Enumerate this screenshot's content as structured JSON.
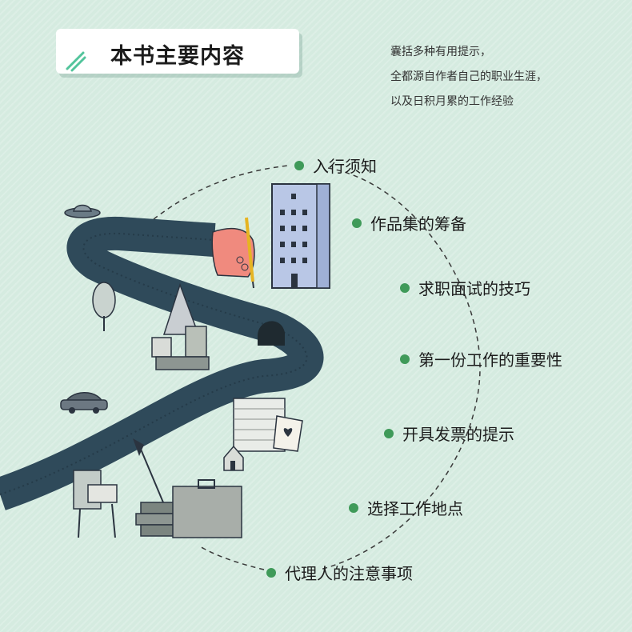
{
  "header": {
    "title": "本书主要内容"
  },
  "intro": {
    "lines": [
      "囊括多种有用提示，",
      "全都源自作者自己的职业生涯，",
      "以及日积月累的工作经验"
    ]
  },
  "topics": [
    "入行须知",
    "作品集的筹备",
    "求职面试的技巧",
    "第一份工作的重要性",
    "开具发票的提示",
    "选择工作地点",
    "代理人的注意事项"
  ],
  "colors": {
    "background": "#d5ebe0",
    "bullet": "#3f9a59",
    "arm": "#2f4a5a",
    "hand": "#f08a7e",
    "building": "#b9c7e6"
  },
  "icons": [
    "pencil-icon",
    "ufo-icon",
    "tree-icon",
    "car-icon",
    "house-icon",
    "heart-icon",
    "arrow-icon",
    "chair-icon",
    "suitcase-icon",
    "books-icon"
  ]
}
